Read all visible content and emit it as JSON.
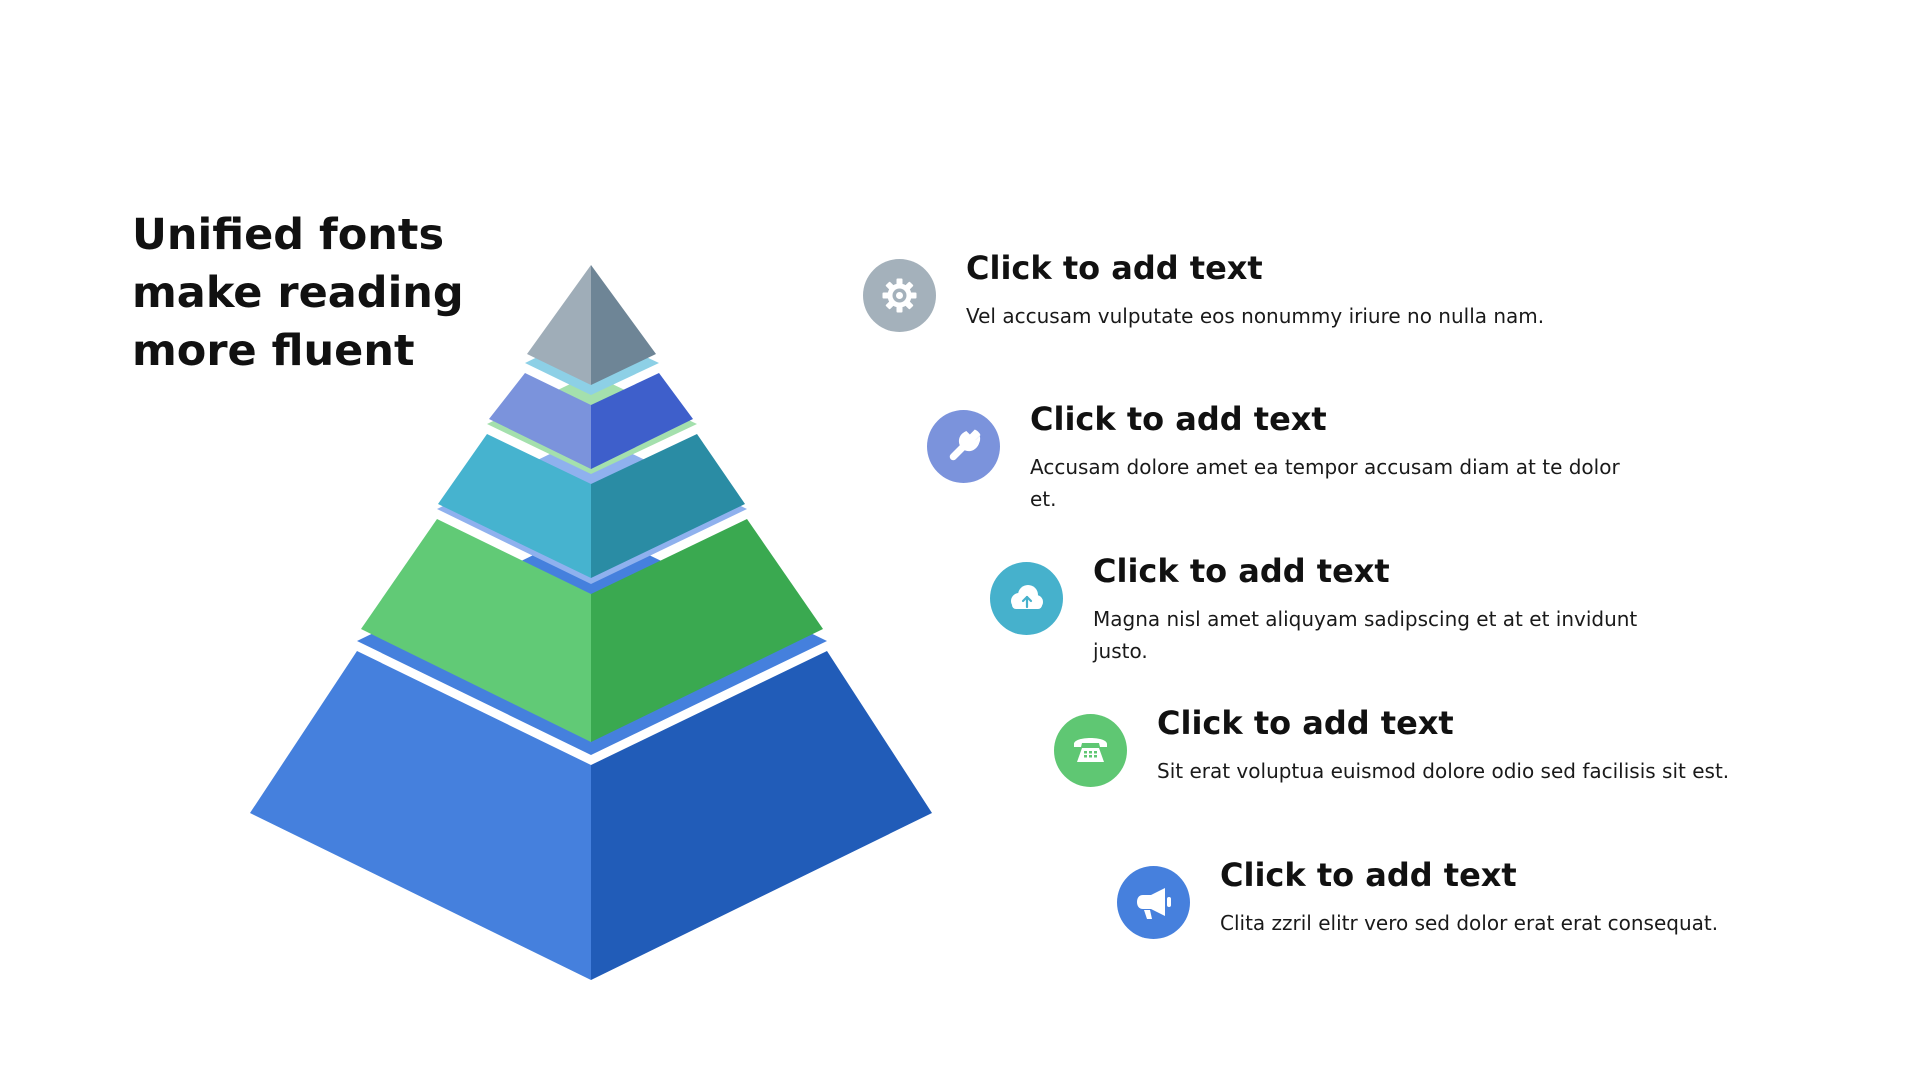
{
  "headline": {
    "lines": [
      "Unified fonts",
      "make reading",
      "more fluent"
    ]
  },
  "items": [
    {
      "title": "Click to add text",
      "description": "Vel accusam vulputate eos nonummy iriure no nulla nam.",
      "icon": "gear-icon",
      "color": "#a4b1bb"
    },
    {
      "title": "Click to add text",
      "description": "Accusam dolore amet ea tempor accusam diam at te dolor et.",
      "icon": "wrench-icon",
      "color": "#7b93dc"
    },
    {
      "title": "Click to add text",
      "description": "Magna nisl amet aliquyam sadipscing et at et invidunt justo.",
      "icon": "cloud-upload-icon",
      "color": "#46b1cc"
    },
    {
      "title": "Click to add text",
      "description": "Sit erat voluptua euismod dolore odio sed facilisis sit est.",
      "icon": "telephone-icon",
      "color": "#5fc773"
    },
    {
      "title": "Click to add text",
      "description": "Clita zzril elitr vero sed dolor erat erat consequat.",
      "icon": "megaphone-icon",
      "color": "#4680dd"
    }
  ],
  "pyramid": {
    "levels": [
      {
        "left_color": "#9fadb8",
        "right_color": "#6e8596",
        "rim_color": "#b3bfe8"
      },
      {
        "left_color": "#7b93dc",
        "right_color": "#3e5fcb",
        "rim_color": "#8dd0e6"
      },
      {
        "left_color": "#46b3cf",
        "right_color": "#2a8ca4",
        "rim_color": "#a4e0ad"
      },
      {
        "left_color": "#61ca76",
        "right_color": "#3aa950",
        "rim_color": "#8fb1ee"
      },
      {
        "left_color": "#4580dd",
        "right_color": "#215cb8",
        "rim_color": "#4580dd"
      }
    ]
  }
}
